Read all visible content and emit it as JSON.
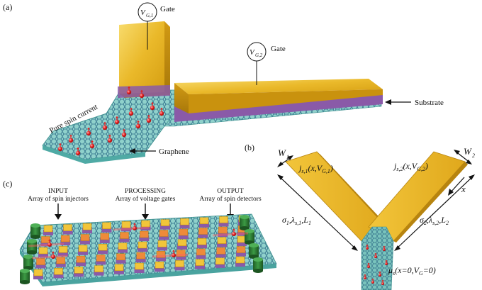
{
  "panels": {
    "a": {
      "label": "(a)",
      "gate1_label": "Gate",
      "gate2_label": "Gate",
      "voltmeter1": "V",
      "voltmeter1_sub": "G,1",
      "voltmeter2": "V",
      "voltmeter2_sub": "G,2",
      "substrate_label": "Substrate",
      "graphene_label": "Graphene",
      "spin_current_label": "Pure spin current"
    },
    "b": {
      "label": "(b)",
      "w1": "W",
      "w1_sub": "1",
      "w2": "W",
      "w2_sub": "2",
      "x_axis": "x",
      "js1": "j",
      "js1_sub": "s,1",
      "js1_args": "(x,V",
      "js1_args_sub": "G,1",
      "js1_close": ")",
      "js2": "j",
      "js2_sub": "s,2",
      "js2_args": "(x,V",
      "js2_args_sub": "G,2",
      "js2_close": ")",
      "params1": "σ",
      "params1_sub": "1",
      "params1_lam": ",λ",
      "params1_lam_sub": "s,1",
      "params1_L": ",L",
      "params1_L_sub": "1",
      "params2": "σ",
      "params2_sub": "2",
      "params2_lam": ",λ",
      "params2_lam_sub": "s,2",
      "params2_L": ",L",
      "params2_L_sub": "2",
      "mu": "μ",
      "mu_sub": "s",
      "mu_args": "(x=0,V",
      "mu_args_sub": "G",
      "mu_close": "=0)"
    },
    "c": {
      "label": "(c)",
      "input_title": "INPUT",
      "input_sub": "Array of spin injectors",
      "processing_title": "PROCESSING",
      "processing_sub": "Array of voltage gates",
      "output_title": "OUTPUT",
      "output_sub": "Array of spin detectors"
    }
  },
  "colors": {
    "gold": "#e8b422",
    "gold_light": "#f6d66a",
    "gold_dark": "#b9860e",
    "substrate_purple": "#8a5aa8",
    "graphene_teal": "#5fb9b4",
    "spin_red": "#e02020",
    "injector_green": "#2e7d34"
  }
}
